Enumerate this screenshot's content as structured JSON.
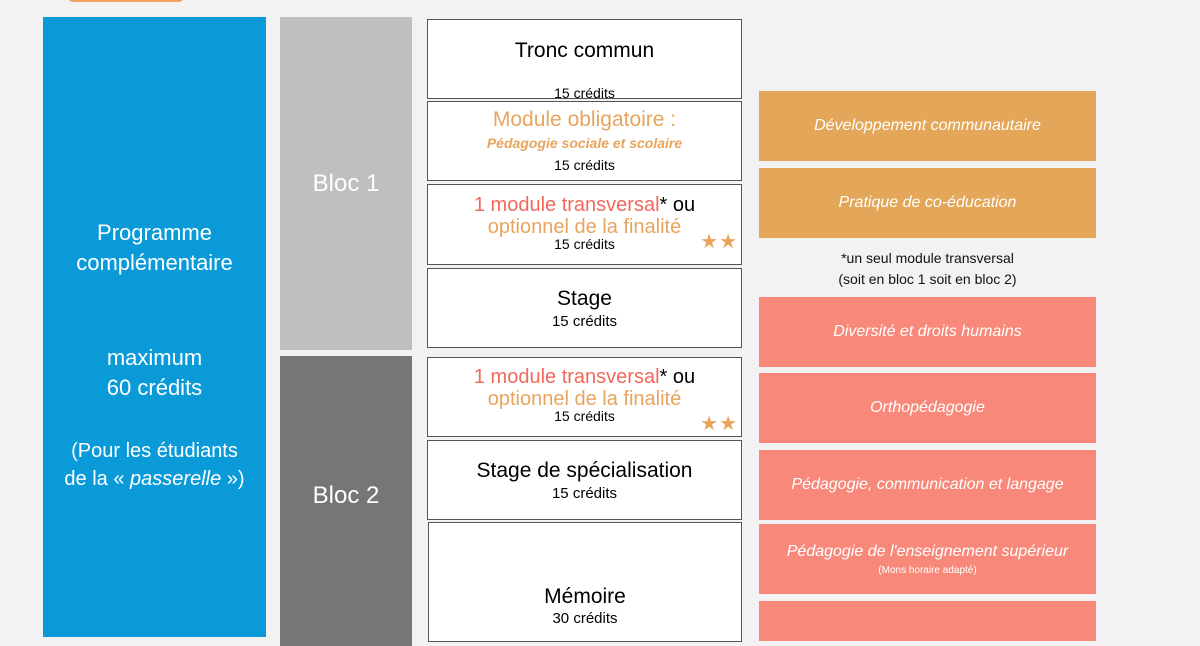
{
  "colors": {
    "program_blue": "#0a9ad7",
    "bloc1_gray": "#bfbfbf",
    "bloc2_gray": "#767676",
    "orange": "#e4a658",
    "salmon": "#f8897a",
    "orange_text": "#e8a45d",
    "red_text": "#f0695c"
  },
  "program": {
    "line1": "Programme",
    "line2": "complémentaire",
    "max_line1": "maximum",
    "max_line2": "60 crédits",
    "passerelle_line1": "(Pour les étudiants",
    "passerelle_pre": "de la «",
    "passerelle_em": "passerelle",
    "passerelle_post": "»)"
  },
  "blocs": {
    "bloc1": "Bloc 1",
    "bloc2": "Bloc 2"
  },
  "modules": {
    "tronc": {
      "title": "Tronc commun",
      "credits": "15 crédits"
    },
    "obligatoire": {
      "title": "Module obligatoire :",
      "subtitle": "Pédagogie sociale et scolaire",
      "credits": "15 crédits"
    },
    "transversal1": {
      "part1": "1 module transversal",
      "part2": "* ou",
      "part3": "optionnel de la finalité",
      "credits": "15 crédits",
      "stars": "★★"
    },
    "stage": {
      "title": "Stage",
      "credits": "15 crédits"
    },
    "transversal2": {
      "part1": "1 module transversal",
      "part2": "* ou",
      "part3": "optionnel de la finalité",
      "credits": "15 crédits",
      "stars": "★★"
    },
    "stage_spec": {
      "title": "Stage de spécialisation",
      "credits": "15 crédits"
    },
    "memoire": {
      "title": "Mémoire",
      "credits": "30 crédits"
    }
  },
  "options_orange": [
    "Développement communautaire",
    "Pratique de co-éducation"
  ],
  "note": {
    "line1": "*un seul module transversal",
    "line2": "(soit en bloc 1 soit en bloc 2)"
  },
  "options_salmon": [
    {
      "label": "Diversité et droits humains"
    },
    {
      "label": "Orthopédagogie"
    },
    {
      "label": "Pédagogie, communication et langage"
    },
    {
      "label": "Pédagogie de l'enseignement supérieur",
      "sublabel": "(Mons horaire adapté)"
    }
  ]
}
